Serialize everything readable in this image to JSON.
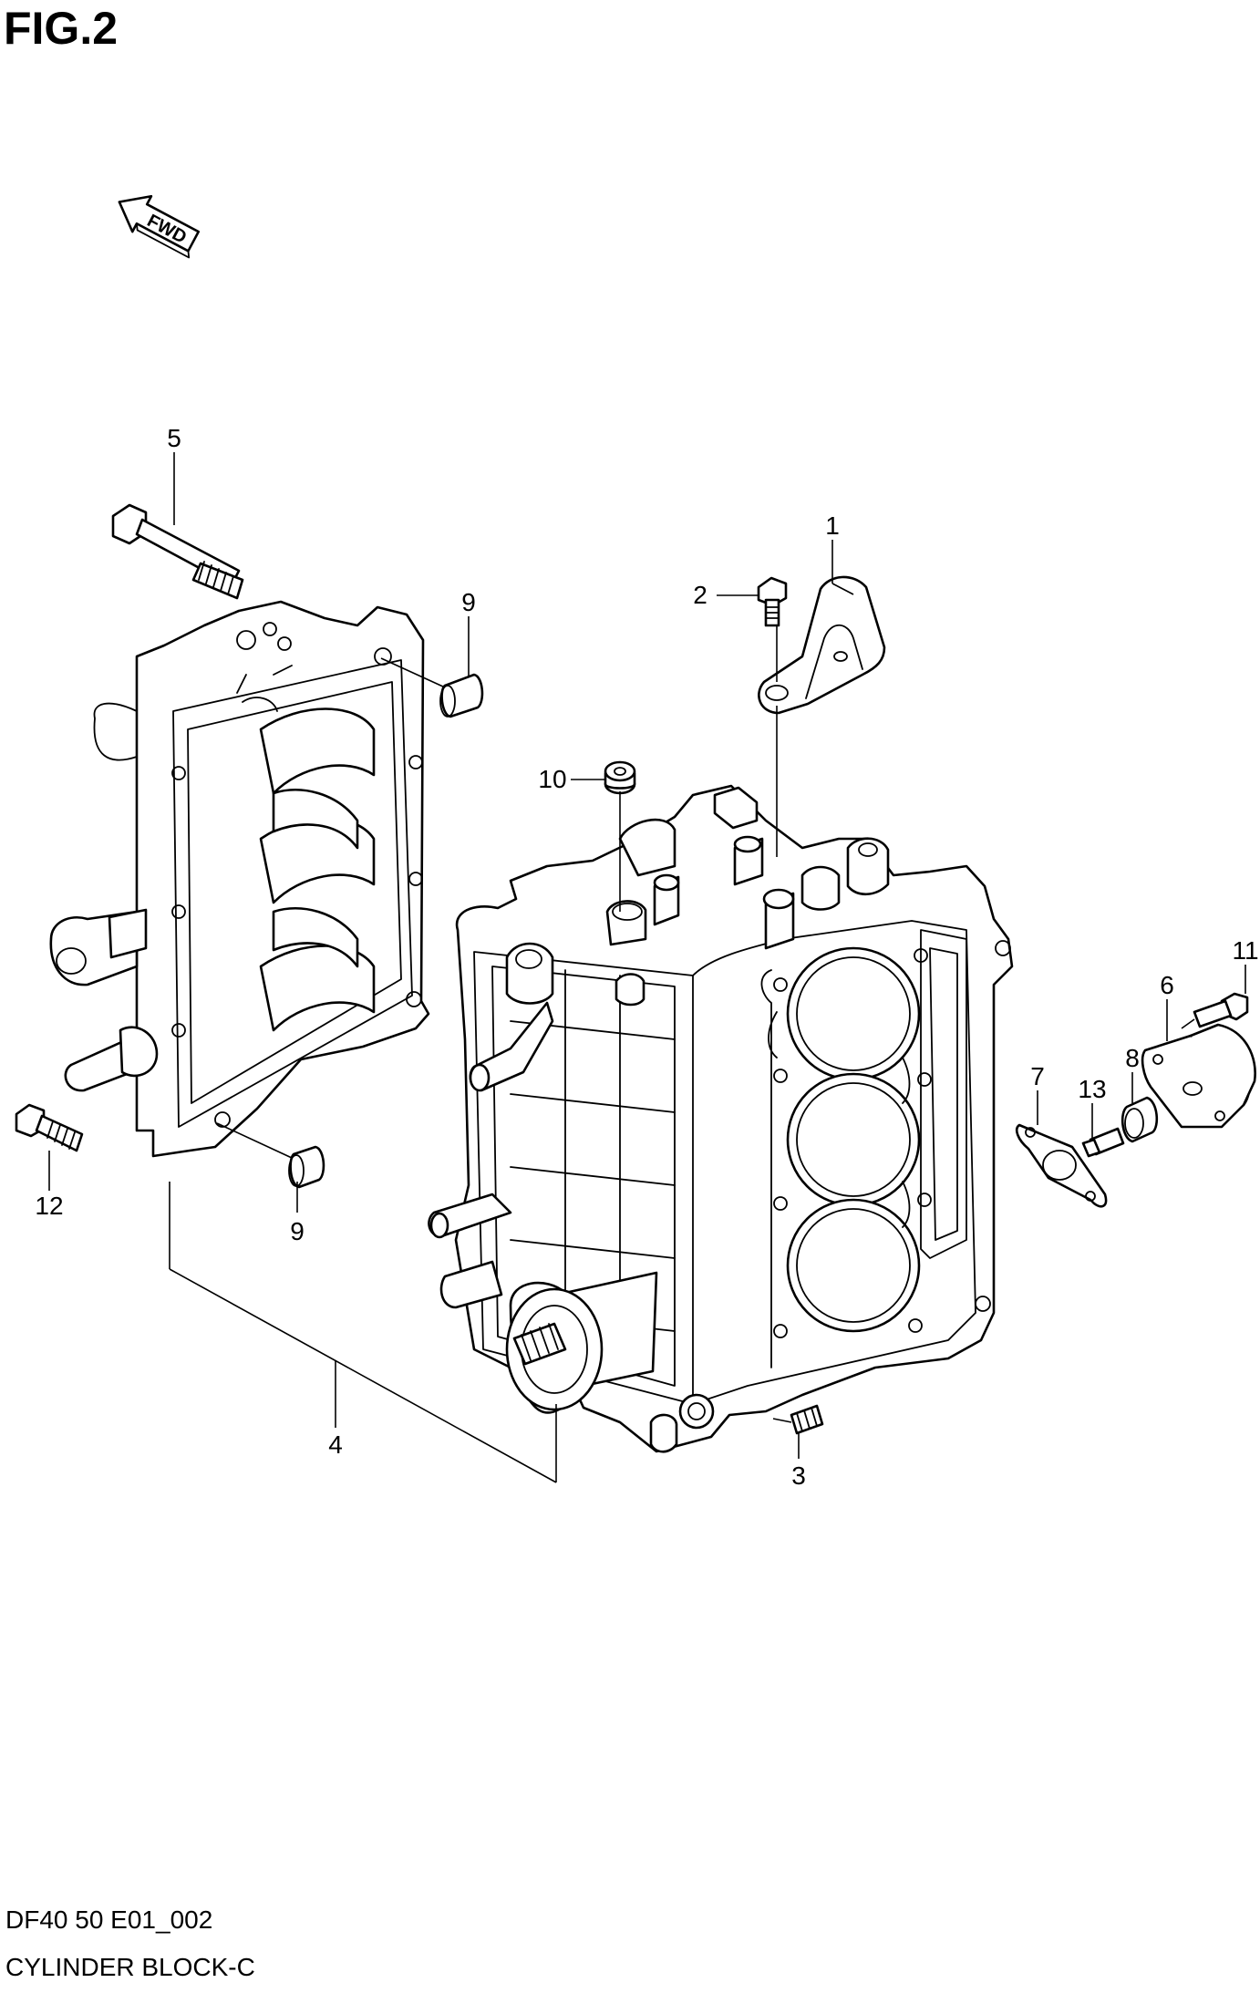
{
  "figure": {
    "title": "FIG.2",
    "code": "DF40 50 E01_002",
    "name": "CYLINDER BLOCK-C"
  },
  "direction_badge": {
    "label": "FWD"
  },
  "callouts": [
    {
      "id": "c1",
      "label": "1"
    },
    {
      "id": "c2",
      "label": "2"
    },
    {
      "id": "c3",
      "label": "3"
    },
    {
      "id": "c4",
      "label": "4"
    },
    {
      "id": "c5",
      "label": "5"
    },
    {
      "id": "c6",
      "label": "6"
    },
    {
      "id": "c7",
      "label": "7"
    },
    {
      "id": "c8",
      "label": "8"
    },
    {
      "id": "c9a",
      "label": "9"
    },
    {
      "id": "c9b",
      "label": "9"
    },
    {
      "id": "c10",
      "label": "10"
    },
    {
      "id": "c11",
      "label": "11"
    },
    {
      "id": "c12",
      "label": "12"
    },
    {
      "id": "c13",
      "label": "13"
    }
  ],
  "colors": {
    "ink": "#000000",
    "paper": "#ffffff"
  }
}
